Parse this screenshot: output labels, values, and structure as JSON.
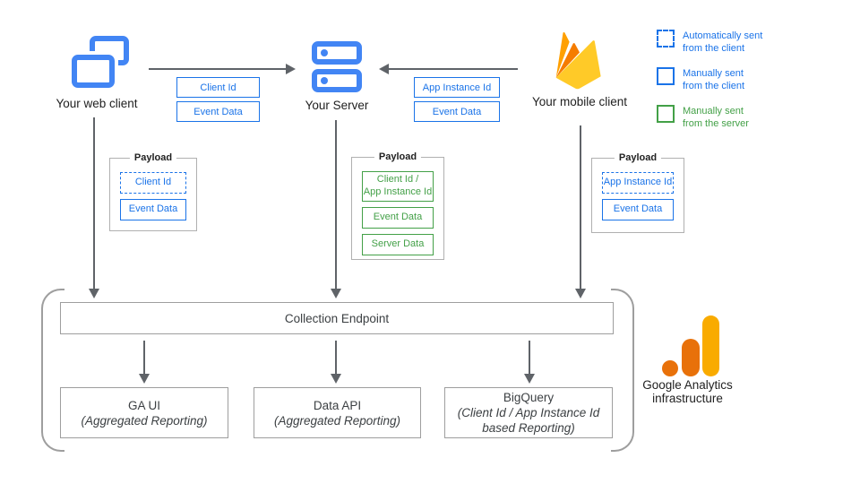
{
  "colors": {
    "blue": "#1a73e8",
    "icon_blue": "#4285f4",
    "green": "#43a047",
    "arrow_gray": "#5f6368",
    "box_border_gray": "#9e9e9e",
    "firebase_amber": "#FFA000",
    "firebase_orange": "#F57C00",
    "firebase_yellow": "#FFCA28",
    "ga_orange": "#e8710a",
    "ga_amber": "#f9ab00"
  },
  "clients": {
    "web_label": "Your web client",
    "server_label": "Your Server",
    "mobile_label": "Your mobile client"
  },
  "transit": {
    "web_to_server": {
      "param1": "Client Id",
      "param2": "Event Data"
    },
    "mobile_to_server": {
      "param1": "App Instance Id",
      "param2": "Event Data"
    }
  },
  "payloads": {
    "title": "Payload",
    "web": {
      "item1": "Client Id",
      "item2": "Event Data"
    },
    "server": {
      "item1": "Client Id /\nApp Instance Id",
      "item2": "Event Data",
      "item3": "Server Data"
    },
    "mobile": {
      "item1": "App Instance Id",
      "item2": "Event Data"
    }
  },
  "legend": {
    "auto_client": "Automatically sent\nfrom the client",
    "manual_client": "Manually sent\nfrom the client",
    "manual_server": "Manually sent\nfrom the server"
  },
  "infrastructure": {
    "endpoint_label": "Collection Endpoint",
    "ga_ui": {
      "title": "GA UI",
      "subtitle": "(Aggregated Reporting)"
    },
    "data_api": {
      "title": "Data API",
      "subtitle": "(Aggregated Reporting)"
    },
    "bigquery": {
      "title": "BigQuery",
      "subtitle": "(Client Id / App Instance Id\nbased Reporting)"
    },
    "brand": "Google Analytics\ninfrastructure"
  }
}
